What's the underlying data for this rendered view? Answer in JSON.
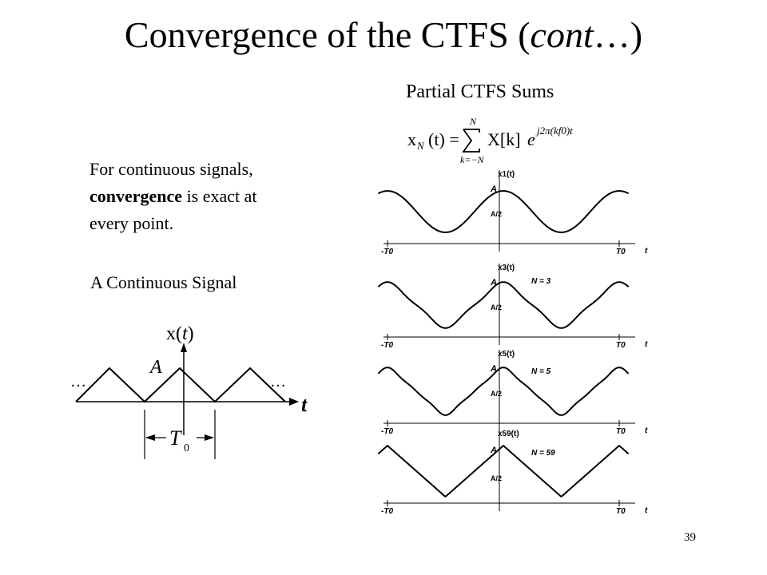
{
  "slide": {
    "title_main": "Convergence of the CTFS (",
    "title_italic": "cont",
    "title_tail": "…)",
    "description": {
      "line1": "For continuous signals,",
      "bold_word": "convergence",
      "line2_rest": " is exact at",
      "line3": "every point."
    },
    "continuous_title": "A Continuous Signal",
    "partial_title": "Partial CTFS Sums",
    "page_number": "39"
  },
  "signal": {
    "x_label_fn": "x(",
    "x_label_var": "t",
    "x_label_close": ")",
    "amplitude": "A",
    "t_axis": "t",
    "period_label": "T",
    "period_sub": "0",
    "dots": "…"
  },
  "formula": {
    "lhs_x": "x",
    "lhs_sub": "N",
    "lhs_args": "(t) =",
    "sum_upper": "N",
    "sum_lower": "k=−N",
    "coef": "X[k]",
    "exp_base": "e",
    "exponent": "j2π(kf0)t"
  },
  "partial_plots": [
    {
      "ylabel": "x1(t)",
      "n_label": "",
      "a": "A",
      "a_half": "A/2",
      "t_neg": "-T0",
      "t_pos": "T0",
      "t_axis": "t"
    },
    {
      "ylabel": "x3(t)",
      "n_label": "N = 3",
      "a": "A",
      "a_half": "A/2",
      "t_neg": "-T0",
      "t_pos": "T0",
      "t_axis": "t"
    },
    {
      "ylabel": "x5(t)",
      "n_label": "N = 5",
      "a": "A",
      "a_half": "A/2",
      "t_neg": "-T0",
      "t_pos": "T0",
      "t_axis": "t"
    },
    {
      "ylabel": "x59(t)",
      "n_label": "N = 59",
      "a": "A",
      "a_half": "A/2",
      "t_neg": "-T0",
      "t_pos": "T0",
      "t_axis": "t"
    }
  ]
}
